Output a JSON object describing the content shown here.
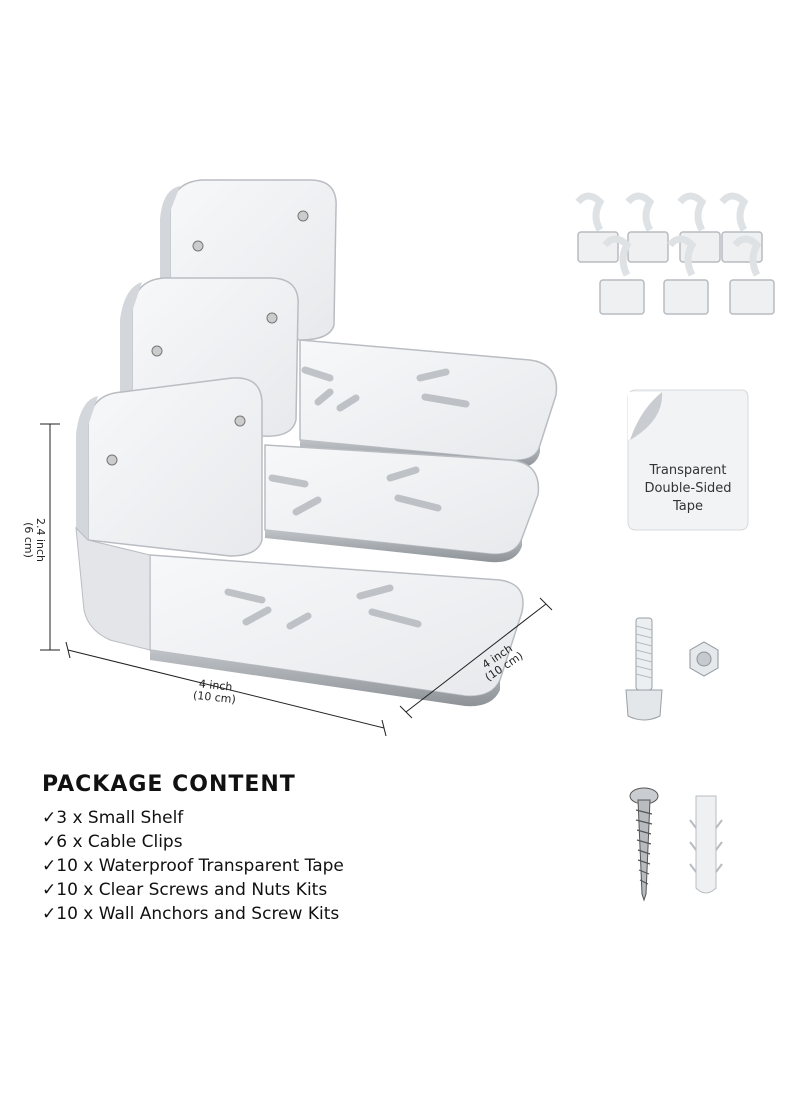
{
  "dimensions": {
    "height_label": "2.4 inch",
    "height_label_metric": "(6 cm)",
    "width_label": "4 inch",
    "width_label_metric": "(10 cm)",
    "depth_label": "4 inch",
    "depth_label_metric": "(10 cm)"
  },
  "accessories": {
    "tape_label": [
      "Transparent",
      "Double-Sided",
      "Tape"
    ]
  },
  "package": {
    "title": "PACKAGE CONTENT",
    "check_icon": "check-mark",
    "items": [
      "3 x Small Shelf",
      "6 x Cable Clips",
      "10 x Waterproof Transparent Tape",
      "10 x Clear Screws and Nuts Kits",
      "10 x Wall Anchors and Screw Kits"
    ]
  }
}
